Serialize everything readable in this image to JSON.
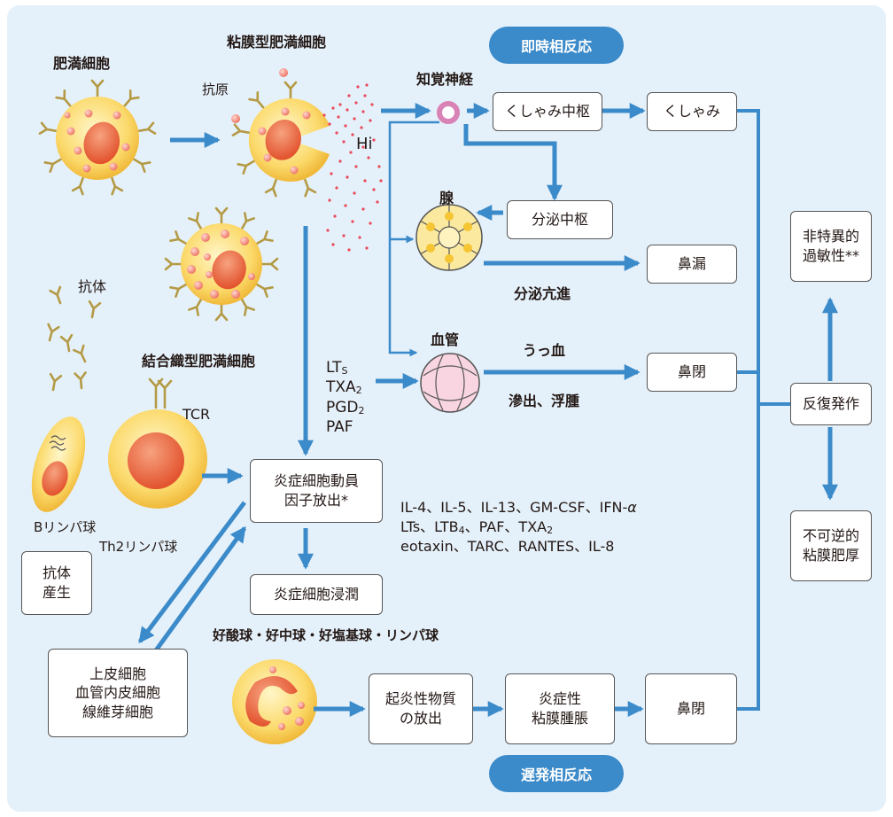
{
  "badges": {
    "early": "即時相反応",
    "late": "遅発相反応"
  },
  "cells": {
    "mast_cell": "肥満細胞",
    "mucosal_mast_cell": "粘膜型肥満細胞",
    "connective_mast_cell": "結合織型肥満細胞",
    "antigen": "抗原",
    "antibody": "抗体",
    "tcr": "TCR",
    "b_lymphocyte": "Bリンパ球",
    "th2_lymphocyte": "Th2リンパ球",
    "hi": "Hi",
    "sensory_nerve": "知覚神経",
    "gland": "腺",
    "vessel": "血管",
    "leukocytes": "好酸球・好中球・好塩基球・リンパ球"
  },
  "boxes": {
    "sneeze_center": "くしゃみ中枢",
    "sneeze": "くしゃみ",
    "secretion_center": "分泌中枢",
    "rhinorrhea": "鼻漏",
    "nasal_block_early": "鼻閉",
    "nonspecific": [
      "非特異的",
      "過敏性**"
    ],
    "recurrence": "反復発作",
    "irreversible": [
      "不可逆的",
      "粘膜肥厚"
    ],
    "antibody_production": [
      "抗体",
      "産生"
    ],
    "inflammatory_release": [
      "炎症細胞動員",
      "因子放出*"
    ],
    "inflammatory_infiltration": "炎症細胞浸潤",
    "epithelial": [
      "上皮細胞",
      "血管内皮細胞",
      "線維芽細胞"
    ],
    "mediator_release": [
      "起炎性物質",
      "の放出"
    ],
    "mucosal_swelling": [
      "炎症性",
      "粘膜腫脹"
    ],
    "nasal_block_late": "鼻閉"
  },
  "labels": {
    "hypersecretion": "分泌亢進",
    "congestion": "うっ血",
    "exudation": "滲出、浮腫"
  },
  "mediators_early": [
    {
      "main": "LT",
      "sub": "S"
    },
    {
      "main": "TXA",
      "sub": "2"
    },
    {
      "main": "PGD",
      "sub": "2"
    },
    {
      "main": "PAF",
      "sub": ""
    }
  ],
  "mediators_late": [
    {
      "parts": [
        {
          "t": "IL-4、IL-5、IL-13、GM-CSF、IFN-"
        },
        {
          "t": "α",
          "i": true
        }
      ]
    },
    {
      "parts": [
        {
          "t": "LTs、LTB"
        },
        {
          "t": "4",
          "s": true
        },
        {
          "t": "、PAF、TXA"
        },
        {
          "t": "2",
          "s": true
        }
      ]
    },
    {
      "parts": [
        {
          "t": "eotaxin、TARC、RANTES、IL-8"
        }
      ]
    }
  ],
  "colors": {
    "arrow": "#3b8ac9",
    "cell_fill": "#fbd96a",
    "nucleus": "#ee7a55",
    "granule": "#f28b82",
    "panel": "#e5f1fa",
    "antibody": "#b49a45"
  }
}
